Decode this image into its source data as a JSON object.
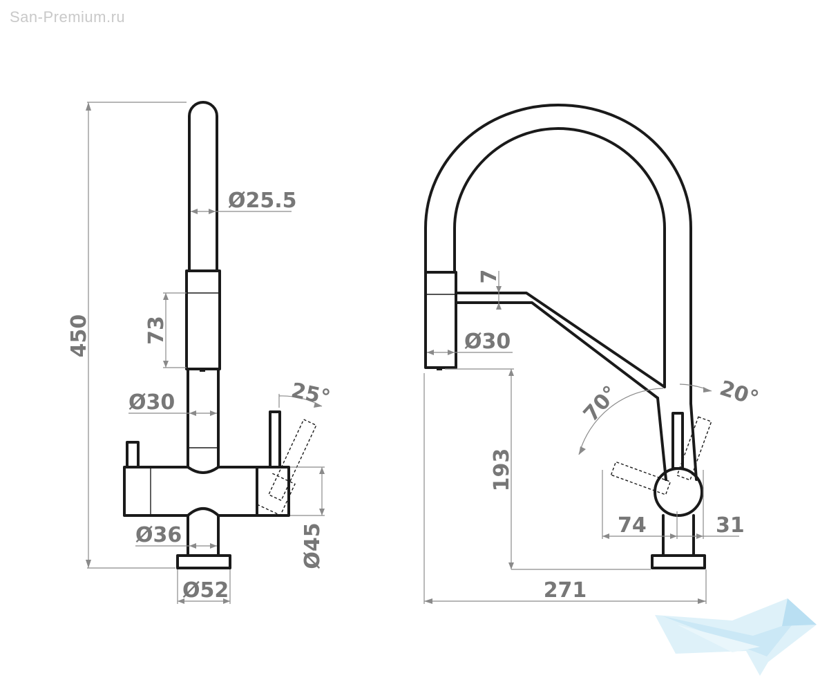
{
  "watermark": {
    "site": "San-Premium.ru",
    "logo_icon": "bathtub-wave-logo-icon",
    "logo_color": "#bfe3f4"
  },
  "colors": {
    "outline": "#1a1a1a",
    "dimension": "#8a8a8a",
    "label": "#777777"
  },
  "side_view": {
    "height_total": "450",
    "spout_diameter": "Ø25.5",
    "spout_sleeve_length": "73",
    "column_diameter": "Ø30",
    "lever_angle": "25°",
    "base_neck_diameter": "Ø36",
    "body_diameter": "Ø45",
    "base_diameter": "Ø52"
  },
  "front_view": {
    "hose_offset": "7",
    "spout_end_diameter": "Ø30",
    "outlet_height": "193",
    "lever_angle_left": "70°",
    "lever_angle_right": "20°",
    "lever_reach_left": "74",
    "lever_reach_right": "31",
    "reach_total": "271"
  }
}
